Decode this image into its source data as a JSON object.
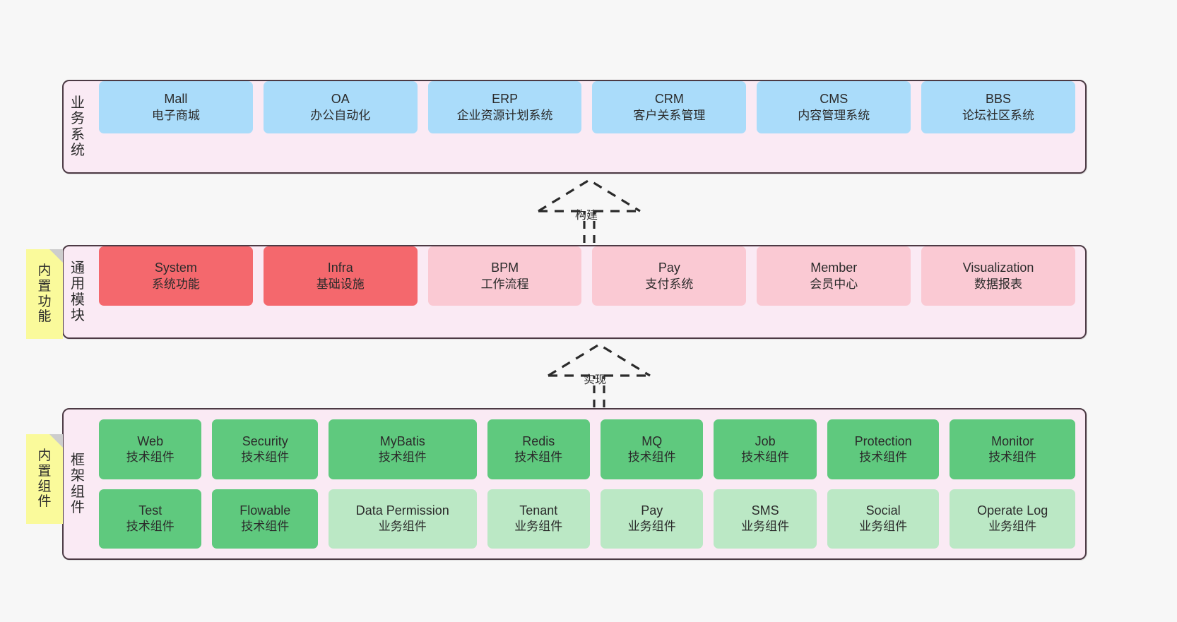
{
  "diagram": {
    "background_color": "#f7f7f7",
    "layer_fill": "#faeaf4",
    "layer_border": "#4c3a44"
  },
  "layers": [
    {
      "id": "business",
      "title_chars": [
        "业",
        "务",
        "系",
        "统"
      ],
      "title_text": "业务系统",
      "nodes": [
        {
          "en": "Mall",
          "cn": "电子商城",
          "color": "#aadcfa"
        },
        {
          "en": "OA",
          "cn": "办公自动化",
          "color": "#aadcfa"
        },
        {
          "en": "ERP",
          "cn": "企业资源计划系统",
          "color": "#aadcfa"
        },
        {
          "en": "CRM",
          "cn": "客户关系管理",
          "color": "#aadcfa"
        },
        {
          "en": "CMS",
          "cn": "内容管理系统",
          "color": "#aadcfa"
        },
        {
          "en": "BBS",
          "cn": "论坛社区系统",
          "color": "#aadcfa"
        }
      ]
    },
    {
      "id": "common",
      "title_chars": [
        "通",
        "用",
        "模",
        "块"
      ],
      "title_text": "通用模块",
      "nodes": [
        {
          "en": "System",
          "cn": "系统功能",
          "color": "#f4686d"
        },
        {
          "en": "Infra",
          "cn": "基础设施",
          "color": "#f4686d"
        },
        {
          "en": "BPM",
          "cn": "工作流程",
          "color": "#fac9d3"
        },
        {
          "en": "Pay",
          "cn": "支付系统",
          "color": "#fac9d3"
        },
        {
          "en": "Member",
          "cn": "会员中心",
          "color": "#fac9d3"
        },
        {
          "en": "Visualization",
          "cn": "数据报表",
          "color": "#fac9d3"
        }
      ]
    },
    {
      "id": "framework",
      "title_chars": [
        "框",
        "架",
        "组",
        "件"
      ],
      "title_text": "框架组件",
      "columns": [
        {
          "top": {
            "en": "Web",
            "cn": "技术组件",
            "color": "#5fc97e"
          },
          "bottom": {
            "en": "Test",
            "cn": "技术组件",
            "color": "#5fc97e"
          }
        },
        {
          "top": {
            "en": "Security",
            "cn": "技术组件",
            "color": "#5fc97e"
          },
          "bottom": {
            "en": "Flowable",
            "cn": "技术组件",
            "color": "#5fc97e"
          }
        },
        {
          "top": {
            "en": "MyBatis",
            "cn": "技术组件",
            "color": "#5fc97e"
          },
          "bottom": {
            "en": "Data Permission",
            "cn": "业务组件",
            "color": "#bbe8c5"
          }
        },
        {
          "top": {
            "en": "Redis",
            "cn": "技术组件",
            "color": "#5fc97e"
          },
          "bottom": {
            "en": "Tenant",
            "cn": "业务组件",
            "color": "#bbe8c5"
          }
        },
        {
          "top": {
            "en": "MQ",
            "cn": "技术组件",
            "color": "#5fc97e"
          },
          "bottom": {
            "en": "Pay",
            "cn": "业务组件",
            "color": "#bbe8c5"
          }
        },
        {
          "top": {
            "en": "Job",
            "cn": "技术组件",
            "color": "#5fc97e"
          },
          "bottom": {
            "en": "SMS",
            "cn": "业务组件",
            "color": "#bbe8c5"
          }
        },
        {
          "top": {
            "en": "Protection",
            "cn": "技术组件",
            "color": "#5fc97e"
          },
          "bottom": {
            "en": "Social",
            "cn": "业务组件",
            "color": "#bbe8c5"
          }
        },
        {
          "top": {
            "en": "Monitor",
            "cn": "技术组件",
            "color": "#5fc97e"
          },
          "bottom": {
            "en": "Operate Log",
            "cn": "业务组件",
            "color": "#bbe8c5"
          }
        }
      ]
    }
  ],
  "notes": [
    {
      "id": "functions",
      "chars": [
        "内",
        "置",
        "功",
        "能"
      ],
      "text": "内置功能",
      "color": "#fafa9b"
    },
    {
      "id": "components",
      "chars": [
        "内",
        "置",
        "组",
        "件"
      ],
      "text": "内置组件",
      "color": "#fafa9b"
    }
  ],
  "arrows": [
    {
      "id": "build",
      "label": "构建",
      "style": "dashed-generalization",
      "from": "通用模块",
      "to": "业务系统"
    },
    {
      "id": "impl",
      "label": "实现",
      "style": "dashed-generalization",
      "from": "框架组件",
      "to": "通用模块"
    }
  ]
}
